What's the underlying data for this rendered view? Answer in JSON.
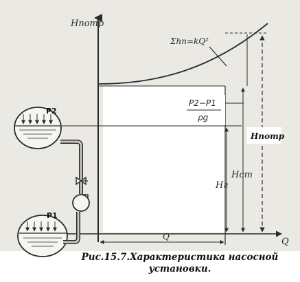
{
  "axes": {
    "y_label": "Hпотр",
    "x_label": "Q",
    "q_dimension_label": "Q"
  },
  "annotations": {
    "friction_formula": "Σhп=kQ²",
    "pressure_term_numerator": "P2−P1",
    "pressure_term_denominator": "ρg",
    "h_required": "Hпотр",
    "h_static": "Hст",
    "h_geometric": "Hг"
  },
  "tanks": {
    "upper_label": "P2",
    "lower_label": "P1"
  },
  "caption": {
    "line1": "Рис.15.7.Характеристика насосной",
    "line2": "установки."
  },
  "colors": {
    "line": "#2a2a2a",
    "paper_shade": "#ebe9e3",
    "white": "#ffffff"
  }
}
